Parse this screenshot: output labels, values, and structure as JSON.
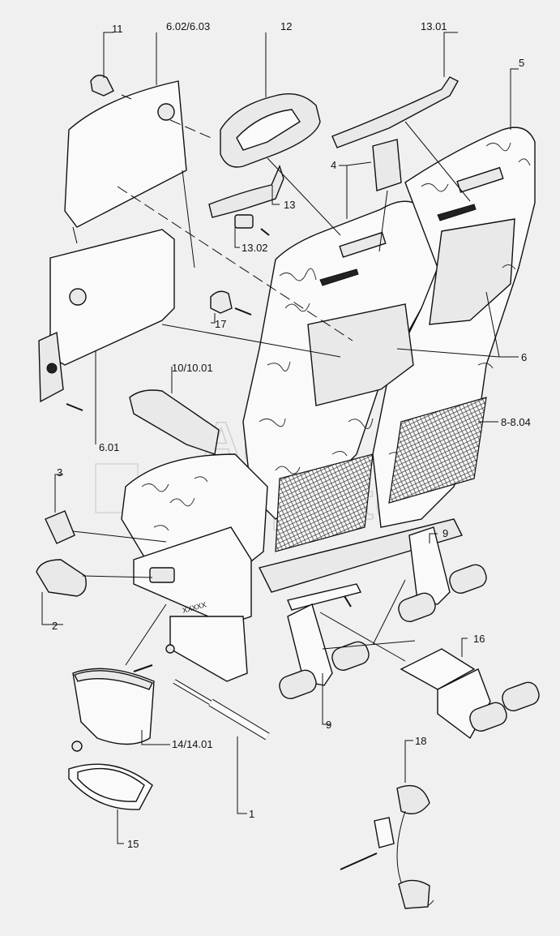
{
  "diagram": {
    "labels": [
      {
        "id": "11",
        "text": "11"
      },
      {
        "id": "6.02/6.03",
        "text": "6.02/6.03"
      },
      {
        "id": "12",
        "text": "12"
      },
      {
        "id": "13.01",
        "text": "13.01"
      },
      {
        "id": "5",
        "text": "5"
      },
      {
        "id": "4",
        "text": "4"
      },
      {
        "id": "13",
        "text": "13"
      },
      {
        "id": "13.02",
        "text": "13.02"
      },
      {
        "id": "17",
        "text": "17"
      },
      {
        "id": "6",
        "text": "6"
      },
      {
        "id": "10/10.01",
        "text": "10/10.01"
      },
      {
        "id": "8-8.04",
        "text": "8-8.04"
      },
      {
        "id": "6.01",
        "text": "6.01"
      },
      {
        "id": "3",
        "text": "3"
      },
      {
        "id": "9a",
        "text": "9"
      },
      {
        "id": "2",
        "text": "2"
      },
      {
        "id": "16",
        "text": "16"
      },
      {
        "id": "14/14.01",
        "text": "14/14.01"
      },
      {
        "id": "9b",
        "text": "9"
      },
      {
        "id": "18",
        "text": "18"
      },
      {
        "id": "1",
        "text": "1"
      },
      {
        "id": "15",
        "text": "15"
      }
    ]
  }
}
